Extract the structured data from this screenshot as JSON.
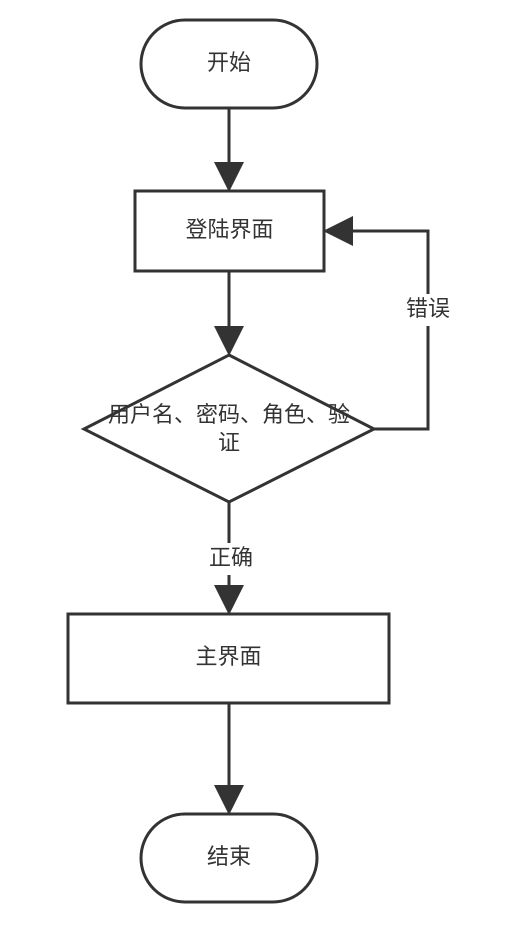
{
  "diagram": {
    "nodes": {
      "start": {
        "label": "开始"
      },
      "login": {
        "label": "登陆界面"
      },
      "check": {
        "label_line1": "用户名、密码、角色、验",
        "label_line2": "证"
      },
      "main": {
        "label": "主界面"
      },
      "end": {
        "label": "结束"
      }
    },
    "edges": {
      "error": {
        "label": "错误"
      },
      "correct": {
        "label": "正确"
      }
    }
  }
}
